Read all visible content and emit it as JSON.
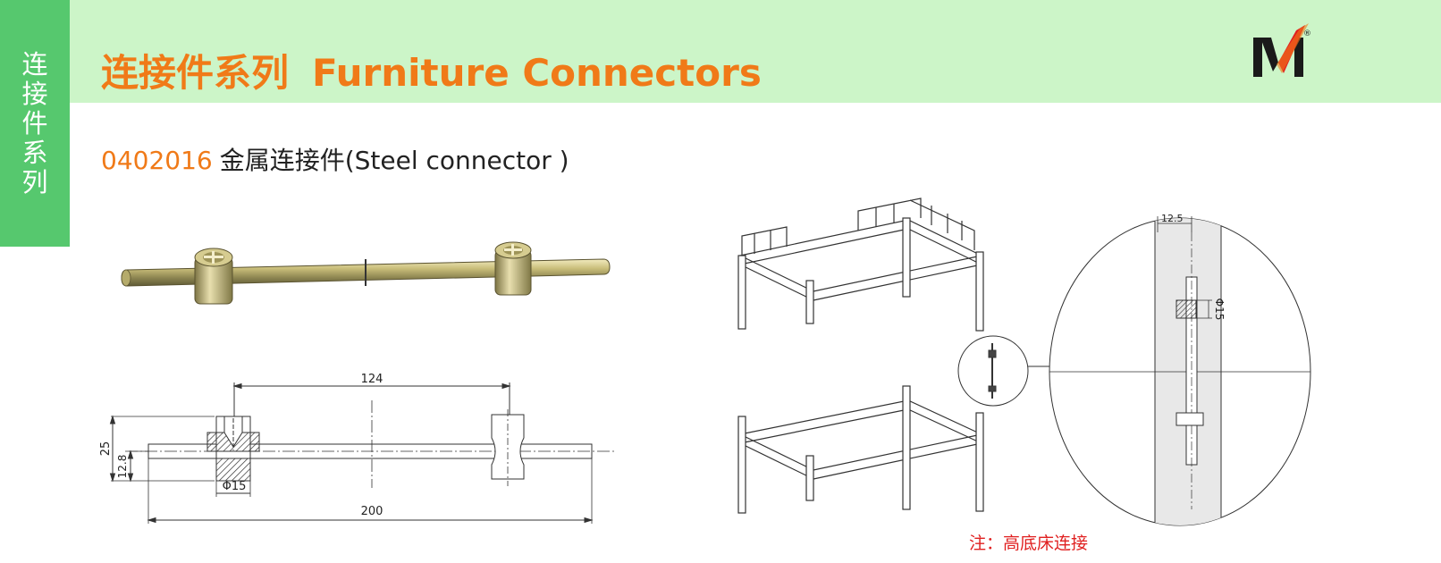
{
  "side_tab": {
    "chars": [
      "连",
      "接",
      "件",
      "系",
      "列"
    ]
  },
  "header": {
    "title_cn": "连接件系列",
    "title_en": "Furniture Connectors",
    "logo_mark": "M",
    "logo_reg": "®"
  },
  "product": {
    "code": "0402016",
    "name": "金属连接件(Steel  connector )"
  },
  "drawing": {
    "dim_124": "124",
    "dim_200": "200",
    "dim_25": "25",
    "dim_12_8": "12.8",
    "dim_phi15": "Φ15"
  },
  "detail": {
    "dim_12_5": "12.5",
    "dim_phi15": "Φ15"
  },
  "note": "注：高底床连接",
  "colors": {
    "header_band": "#ccf5c8",
    "side_tab": "#56c86e",
    "accent_orange": "#f07a18",
    "note_red": "#e02020"
  }
}
